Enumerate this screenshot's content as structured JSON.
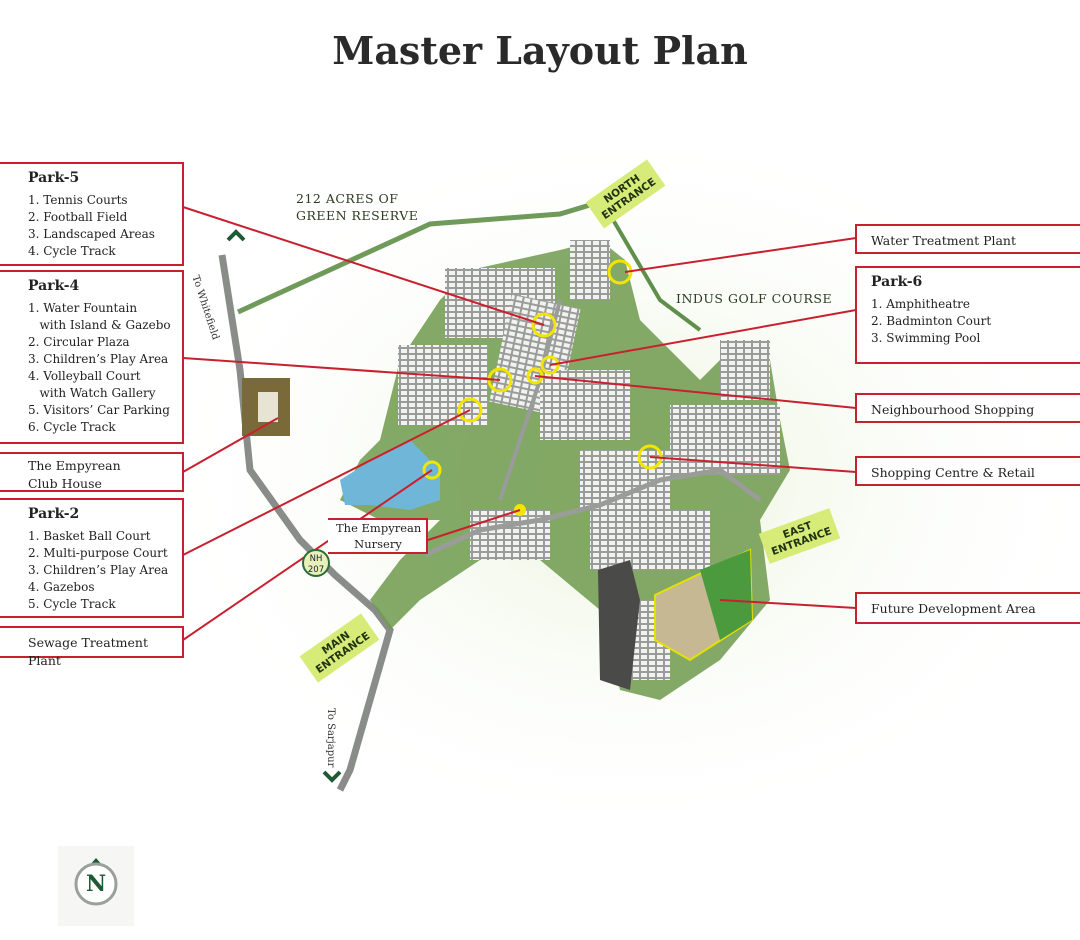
{
  "title": "Master Layout Plan",
  "map_labels": {
    "green_reserve": "212 ACRES OF\nGREEN RESERVE",
    "golf_course": "INDUS GOLF COURSE",
    "to_whitefield": "To Whitefield",
    "to_sarjapur": "To Sarjapur",
    "nh": "NH\n207"
  },
  "entrances": {
    "north": "NORTH\nENTRANCE",
    "east": "EAST\nENTRANCE",
    "main": "MAIN\nENTRANCE"
  },
  "callouts_left": {
    "park5": {
      "title": "Park-5",
      "items": [
        "1. Tennis Courts",
        "2. Football Field",
        "3. Landscaped Areas",
        "4. Cycle Track"
      ]
    },
    "park4": {
      "title": "Park-4",
      "items": [
        "1. Water Fountain",
        "   with Island & Gazebo",
        "2. Circular Plaza",
        "3. Children’s Play Area",
        "4. Volleyball Court",
        "   with Watch Gallery",
        "5. Visitors’ Car Parking",
        "6. Cycle Track"
      ]
    },
    "club_house": "The Empyrean\nClub House",
    "park2": {
      "title": "Park-2",
      "items": [
        "1. Basket Ball Court",
        "2. Multi-purpose Court",
        "3. Children’s Play Area",
        "4. Gazebos",
        "5. Cycle Track"
      ]
    },
    "sewage": "Sewage Treatment Plant",
    "nursery": "The Empyrean\nNursery"
  },
  "callouts_right": {
    "water_treatment": "Water Treatment Plant",
    "park6": {
      "title": "Park-6",
      "items": [
        "1. Amphitheatre",
        "2. Badminton Court",
        "3. Swimming Pool"
      ]
    },
    "neighbourhood_shopping": "Neighbourhood Shopping",
    "shopping_centre": "Shopping Centre & Retail",
    "future_development": "Future Development Area"
  },
  "compass_letter": "N",
  "colors": {
    "accent_red": "#c8202f",
    "marker_yellow": "#f2e600",
    "entrance_green": "#d7ec78",
    "road_gray": "#8a8c8a",
    "greenery": "#4f8a3a"
  }
}
